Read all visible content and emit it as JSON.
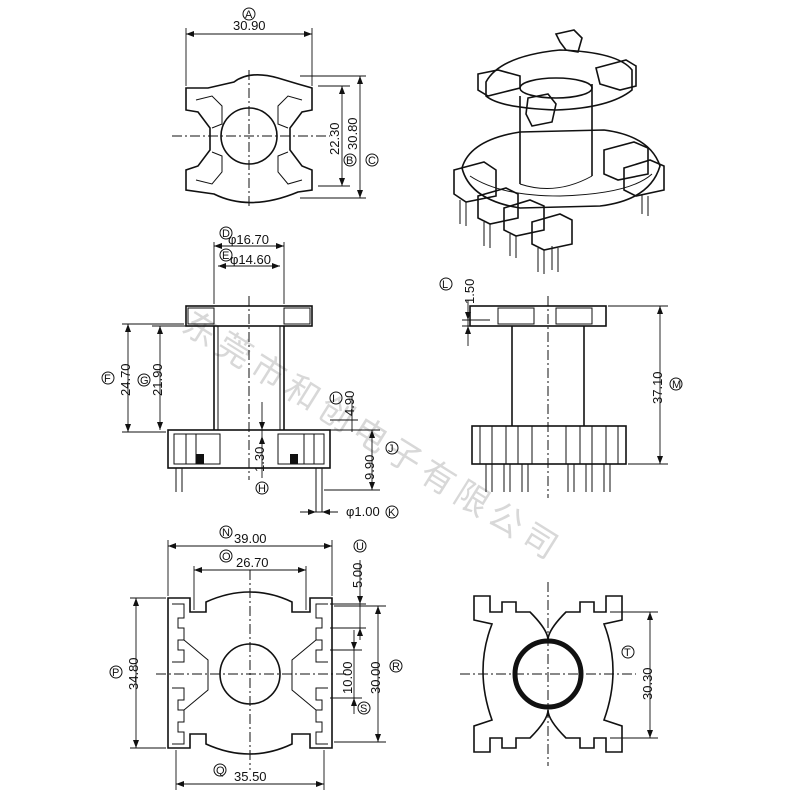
{
  "dimensions": {
    "A": {
      "label": "A",
      "value": "30.90"
    },
    "B": {
      "label": "B",
      "value": "22.30"
    },
    "C": {
      "label": "C",
      "value": "30.80"
    },
    "D": {
      "label": "D",
      "value": "φ16.70"
    },
    "E": {
      "label": "E",
      "value": "φ14.60"
    },
    "F": {
      "label": "F",
      "value": "24.70"
    },
    "G": {
      "label": "G",
      "value": "21.90"
    },
    "H": {
      "label": "H",
      "value": "1.30"
    },
    "I": {
      "label": "I",
      "value": "4.90"
    },
    "J": {
      "label": "J",
      "value": "9.90"
    },
    "K": {
      "label": "K",
      "value": "φ1.00"
    },
    "L": {
      "label": "L",
      "value": "1.50"
    },
    "M": {
      "label": "M",
      "value": "37.10"
    },
    "N": {
      "label": "N",
      "value": "39.00"
    },
    "O": {
      "label": "O",
      "value": "26.70"
    },
    "P": {
      "label": "P",
      "value": "34.80"
    },
    "Q": {
      "label": "Q",
      "value": "35.50"
    },
    "R": {
      "label": "R",
      "value": "30.00"
    },
    "S": {
      "label": "S",
      "value": "10.00"
    },
    "T": {
      "label": "T",
      "value": "30.30"
    },
    "U": {
      "label": "U",
      "value": "5.00"
    }
  },
  "watermark": "东莞市和创电子有限公司"
}
